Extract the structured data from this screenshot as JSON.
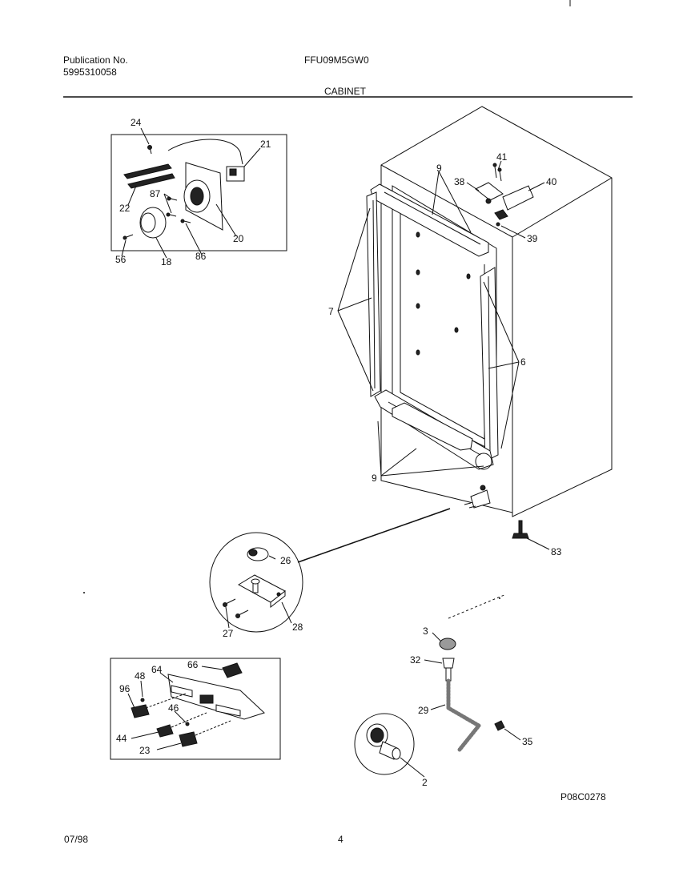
{
  "header": {
    "publication_label": "Publication No.",
    "publication_number": "5995310058",
    "model": "FFU09M5GW0",
    "section": "CABINET"
  },
  "footer": {
    "date": "07/98",
    "page": "4",
    "figure_code": "P08C0278"
  },
  "callouts": {
    "c24": "24",
    "c21": "21",
    "c87": "87",
    "c22": "22",
    "c20": "20",
    "c56": "56",
    "c18": "18",
    "c86": "86",
    "c9a": "9",
    "c41": "41",
    "c38": "38",
    "c40": "40",
    "c39": "39",
    "c7": "7",
    "c6": "6",
    "c9b": "9",
    "c83": "83",
    "c26": "26",
    "c27": "27",
    "c28": "28",
    "c3": "3",
    "c32": "32",
    "c29": "29",
    "c35": "35",
    "c2": "2",
    "c48": "48",
    "c64": "64",
    "c66": "66",
    "c96": "96",
    "c46": "46",
    "c44": "44",
    "c23": "23"
  }
}
